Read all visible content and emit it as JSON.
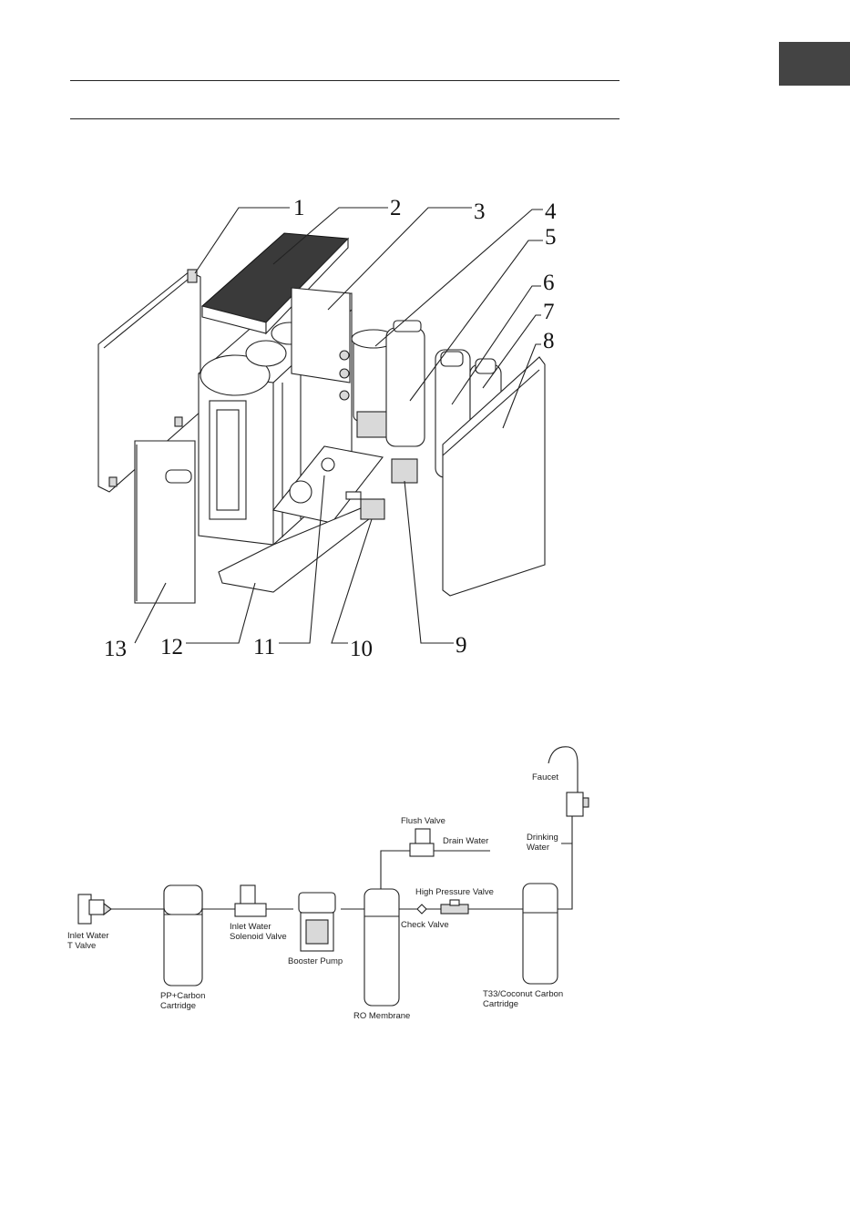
{
  "colors": {
    "ink": "#222222",
    "tab": "#444444",
    "grille": "#3a3a3a",
    "shade": "#d9d9d9"
  },
  "exploded_view": {
    "callouts": [
      {
        "id": "1",
        "label": "1"
      },
      {
        "id": "2",
        "label": "2"
      },
      {
        "id": "3",
        "label": "3"
      },
      {
        "id": "4",
        "label": "4"
      },
      {
        "id": "5",
        "label": "5"
      },
      {
        "id": "6",
        "label": "6"
      },
      {
        "id": "7",
        "label": "7"
      },
      {
        "id": "8",
        "label": "8"
      },
      {
        "id": "9",
        "label": "9"
      },
      {
        "id": "10",
        "label": "10"
      },
      {
        "id": "11",
        "label": "11"
      },
      {
        "id": "12",
        "label": "12"
      },
      {
        "id": "13",
        "label": "13"
      }
    ]
  },
  "flow_diagram": {
    "inlet_valve": [
      "Inlet Water",
      "T Valve"
    ],
    "pp_carbon": [
      "PP+Carbon",
      "Cartridge"
    ],
    "solenoid": [
      "Inlet Water",
      "Solenoid Valve"
    ],
    "booster_pump": "Booster Pump",
    "ro_membrane": "RO Membrane",
    "flush_valve": "Flush Valve",
    "drain_water": "Drain Water",
    "high_pressure_valve": "High Pressure Valve",
    "check_valve": "Check Valve",
    "t33": [
      "T33/Coconut Carbon",
      "Cartridge"
    ],
    "drinking_water": [
      "Drinking",
      "Water"
    ],
    "faucet": "Faucet"
  }
}
